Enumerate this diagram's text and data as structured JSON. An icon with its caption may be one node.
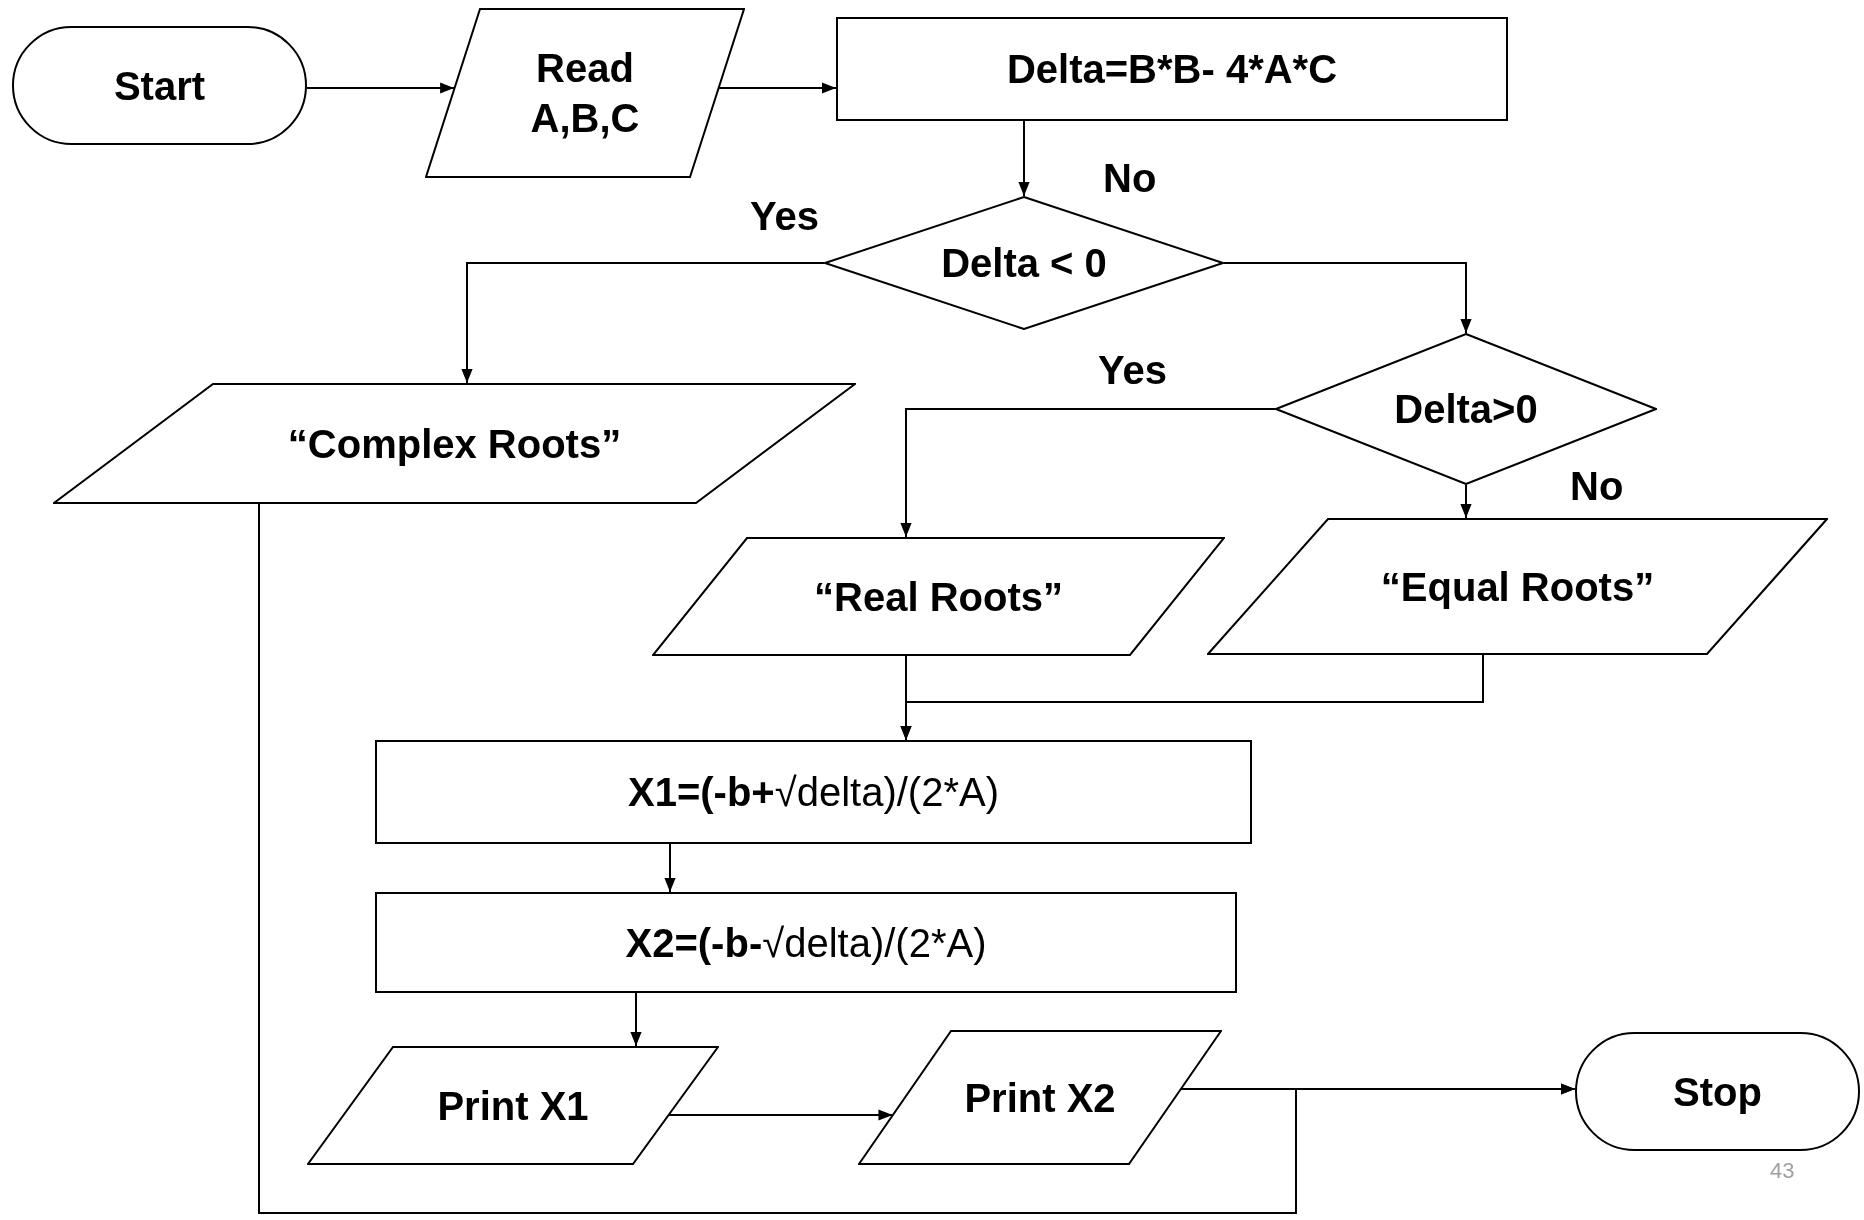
{
  "diagram": {
    "nodes": [
      {
        "text": [
          "Start"
        ]
      },
      {
        "text": [
          "Read A,B,C"
        ]
      },
      {
        "text": [
          "Delta=B*B- 4*A*C"
        ]
      },
      {
        "text": [
          "Delta < 0"
        ]
      },
      {
        "text": [
          "“Complex Roots”"
        ]
      },
      {
        "text": [
          "Delta>0"
        ]
      },
      {
        "text": [
          "“Real Roots”"
        ]
      },
      {
        "text": [
          "“Equal Roots”"
        ]
      },
      {
        "text": [
          "**X1=(-b+**√delta)/(2*A)"
        ]
      },
      {
        "text": [
          "**X2=(-b-**√delta)/(2*A)"
        ]
      },
      {
        "text": [
          "Print X1"
        ]
      },
      {
        "text": [
          "Print X2"
        ]
      },
      {
        "text": [
          "Stop"
        ]
      }
    ],
    "edges": [
      {
        "from": 0,
        "to": 1,
        "arrow": "to"
      },
      {
        "from": 1,
        "to": 2,
        "arrow": "to"
      },
      {
        "from": 2,
        "to": 3,
        "arrow": "to"
      },
      {
        "from": 3,
        "to": 4,
        "arrow": "to",
        "label": "Yes"
      },
      {
        "from": 3,
        "to": 5,
        "arrow": "to",
        "label": "No"
      },
      {
        "from": 5,
        "to": 6,
        "arrow": "to",
        "label": "Yes"
      },
      {
        "from": 5,
        "to": 7,
        "arrow": "to",
        "label": "No"
      },
      {
        "from": 6,
        "to": 8,
        "arrow": "to"
      },
      {
        "from": 7,
        "to": 8,
        "arrow": "to"
      },
      {
        "from": 8,
        "to": 9,
        "arrow": "to"
      },
      {
        "from": 9,
        "to": 10,
        "arrow": "to"
      },
      {
        "from": 10,
        "to": 11,
        "arrow": "to"
      },
      {
        "from": 11,
        "to": 12,
        "arrow": "to"
      },
      {
        "from": 4,
        "to": 12,
        "arrow": "to"
      }
    ],
    "labels": [
      "43"
    ]
  }
}
